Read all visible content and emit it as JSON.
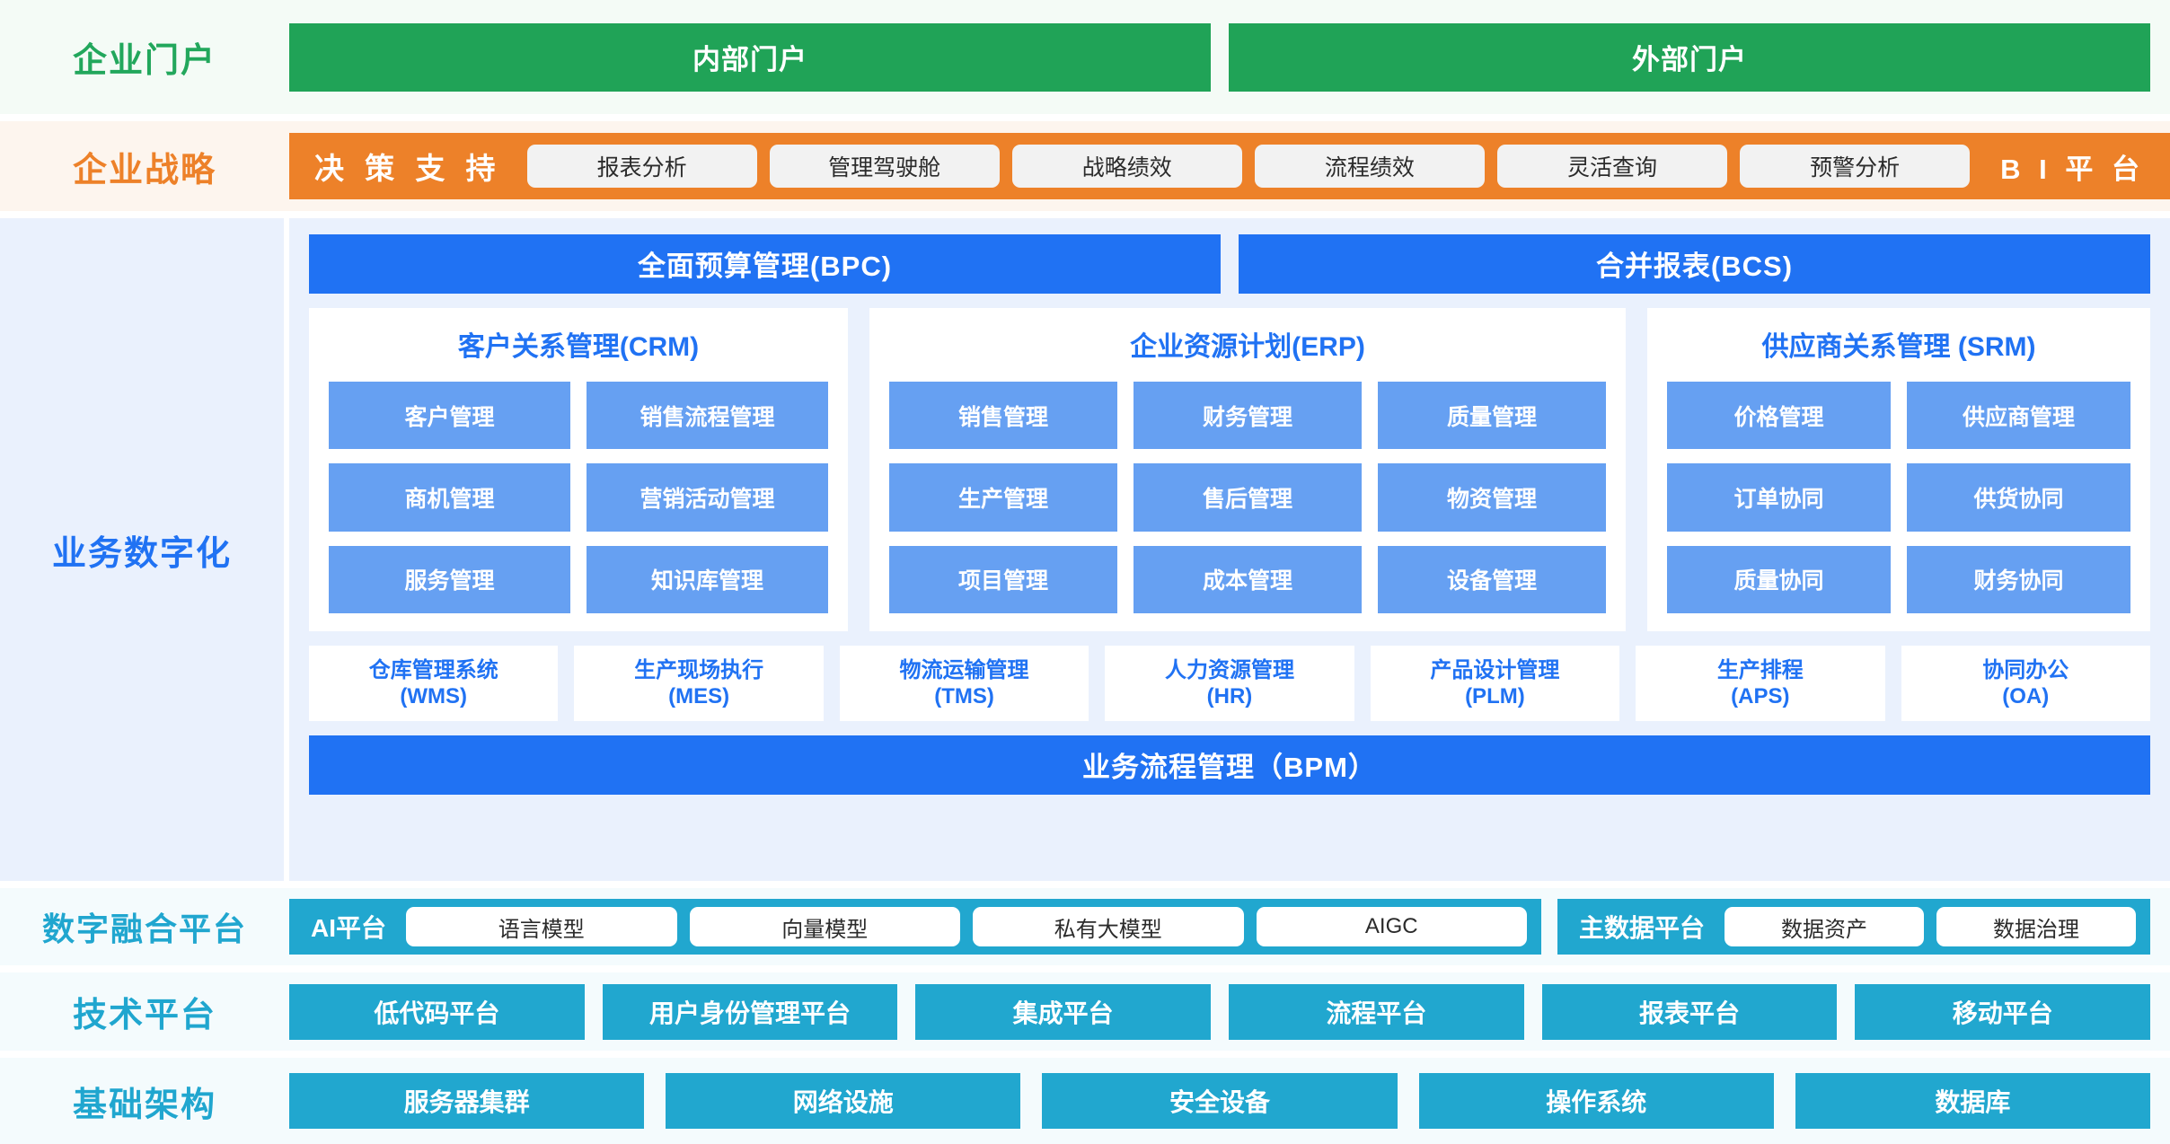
{
  "rows": {
    "portal": {
      "label": "企业门户",
      "boxes": [
        "内部门户",
        "外部门户"
      ]
    },
    "strategy": {
      "label": "企业战略",
      "title": "决 策 支 持",
      "pills": [
        "报表分析",
        "管理驾驶舱",
        "战略绩效",
        "流程绩效",
        "灵活查询",
        "预警分析"
      ],
      "end_title": "B I 平 台"
    },
    "business": {
      "label": "业务数字化",
      "top_bars": [
        "全面预算管理(BPC)",
        "合并报表(BCS)"
      ],
      "cards": [
        {
          "title": "客户关系管理(CRM)",
          "columns": 2,
          "modules": [
            "客户管理",
            "销售流程管理",
            "商机管理",
            "营销活动管理",
            "服务管理",
            "知识库管理"
          ]
        },
        {
          "title": "企业资源计划(ERP)",
          "columns": 3,
          "modules": [
            "销售管理",
            "财务管理",
            "质量管理",
            "生产管理",
            "售后管理",
            "物资管理",
            "项目管理",
            "成本管理",
            "设备管理"
          ]
        },
        {
          "title": "供应商关系管理 (SRM)",
          "columns": 2,
          "modules": [
            "价格管理",
            "供应商管理",
            "订单协同",
            "供货协同",
            "质量协同",
            "财务协同"
          ]
        }
      ],
      "systems": [
        {
          "name": "仓库管理系统",
          "abbr": "(WMS)"
        },
        {
          "name": "生产现场执行",
          "abbr": "(MES)"
        },
        {
          "name": "物流运输管理",
          "abbr": "(TMS)"
        },
        {
          "name": "人力资源管理",
          "abbr": "(HR)"
        },
        {
          "name": "产品设计管理",
          "abbr": "(PLM)"
        },
        {
          "name": "生产排程",
          "abbr": "(APS)"
        },
        {
          "name": "协同办公",
          "abbr": "(OA)"
        }
      ],
      "bottom_bar": "业务流程管理（BPM）"
    },
    "fusion": {
      "label": "数字融合平台",
      "groups": [
        {
          "title": "AI平台",
          "pills": [
            "语言模型",
            "向量模型",
            "私有大模型",
            "AIGC"
          ]
        },
        {
          "title": "主数据平台",
          "pills": [
            "数据资产",
            "数据治理"
          ]
        }
      ]
    },
    "tech": {
      "label": "技术平台",
      "boxes": [
        "低代码平台",
        "用户身份管理平台",
        "集成平台",
        "流程平台",
        "报表平台",
        "移动平台"
      ]
    },
    "infra": {
      "label": "基础架构",
      "boxes": [
        "服务器集群",
        "网络设施",
        "安全设备",
        "操作系统",
        "数据库"
      ]
    }
  },
  "colors": {
    "portal_green": "#20a357",
    "strategy_orange": "#ed8129",
    "business_blue": "#2072f3",
    "module_blue": "#66a0f2",
    "platform_teal": "#21a7cf"
  }
}
